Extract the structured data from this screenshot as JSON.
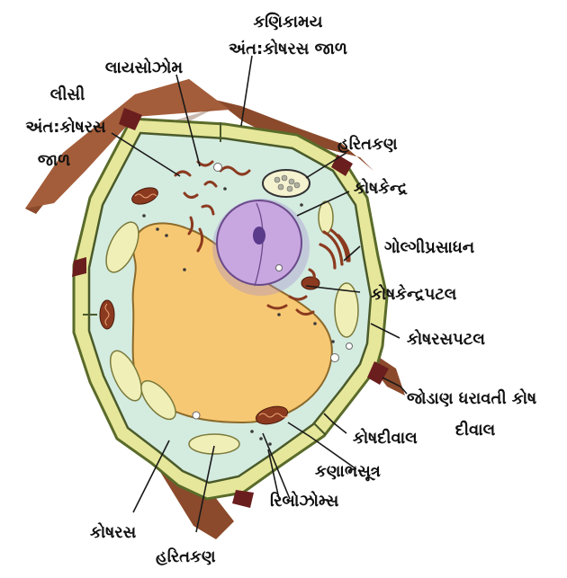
{
  "labels": {
    "kanikamay_line1": "કણિકામય",
    "kanikamay_line2": "અંત:કોષરસ જાળ",
    "laysozom": "લાયસોઝોમ",
    "lisi_line1": "લીસી",
    "lisi_line2": "અંત:કોષરસ",
    "lisi_line3": "જાળ",
    "haritkan_top": "હરિતકણ",
    "koshkendra": "કોષકેન્દ્ર",
    "golgi": "ગોલ્ગીપ્રસાધન",
    "koshkendrapatal": "કોષકેન્દ્રપટલ",
    "koshraspatal": "કોષરસપટલ",
    "jodan_line1": "જોડાણ ધરાવતી કોષ",
    "jodan_line2": "દીવાલ",
    "koshdival": "કોષદીવાલ",
    "kanabhsutra": "કણાભસૂત્ર",
    "ribozoms": "રિબોઝોમ્સ",
    "koshras": "કોષરસ",
    "haritkan_bottom": "હરિતકણ"
  },
  "colors": {
    "cell_wall_outer": "#8b4a2b",
    "cell_wall_band": "#e6e79a",
    "cytoplasm": "#d4ebe0",
    "vacuole": "#f7c873",
    "nucleus": "#c8a6e0",
    "chloroplast": "#f1efb8",
    "mitochondria": "#8b3a1f",
    "junction": "#6b1e1e"
  }
}
